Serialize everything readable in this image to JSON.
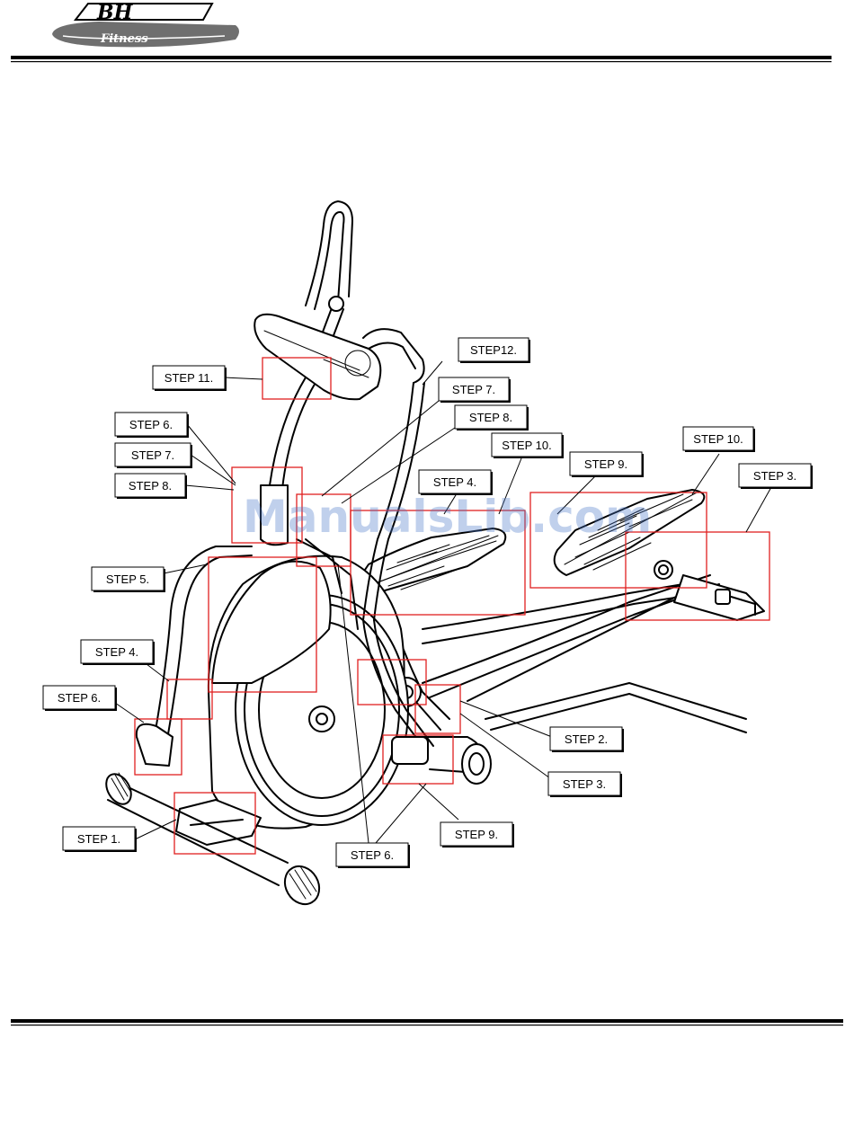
{
  "header": {
    "logo_brand": "BH",
    "logo_sub": "Fitness"
  },
  "watermark": "ManualsLib.com",
  "callouts": [
    {
      "id": "step12",
      "label": "STEP12."
    },
    {
      "id": "step11",
      "label": "STEP 11."
    },
    {
      "id": "step7-top",
      "label": "STEP 7."
    },
    {
      "id": "step8-top",
      "label": "STEP 8."
    },
    {
      "id": "step6-left",
      "label": "STEP 6."
    },
    {
      "id": "step7-left",
      "label": "STEP 7."
    },
    {
      "id": "step8-left",
      "label": "STEP 8."
    },
    {
      "id": "step10-mid",
      "label": "STEP 10."
    },
    {
      "id": "step10-right",
      "label": "STEP 10."
    },
    {
      "id": "step9-top",
      "label": "STEP 9."
    },
    {
      "id": "step3-right",
      "label": "STEP 3."
    },
    {
      "id": "step4-top",
      "label": "STEP 4."
    },
    {
      "id": "step5",
      "label": "STEP 5."
    },
    {
      "id": "step4-left",
      "label": "STEP 4."
    },
    {
      "id": "step6-low",
      "label": "STEP 6."
    },
    {
      "id": "step2",
      "label": "STEP 2."
    },
    {
      "id": "step3-low",
      "label": "STEP 3."
    },
    {
      "id": "step1",
      "label": "STEP 1."
    },
    {
      "id": "step9-bottom",
      "label": "STEP 9."
    },
    {
      "id": "step6-bottom",
      "label": "STEP 6."
    }
  ],
  "colors": {
    "highlight_box": "#e02020",
    "rule": "#000000"
  }
}
